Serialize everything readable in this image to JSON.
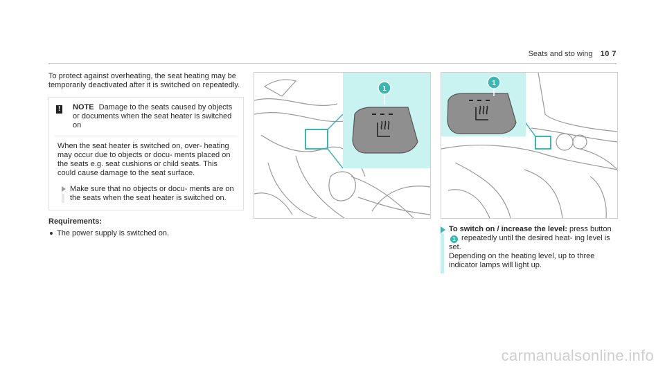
{
  "header": {
    "section": "Seats and sto wing",
    "page_number": "10 7"
  },
  "left": {
    "intro": "To protect against overheating, the seat heating may be temporarily deactivated after it is switched on repeatedly.",
    "note": {
      "icon": "exclamation-icon",
      "title": "NOTE",
      "lead": "Damage to the seats caused by objects or documents when the seat heater is switched on",
      "body": "When the seat heater is switched on, over- heating may occur due to objects or docu- ments placed on the seats e.g. seat cushions or child seats. This could cause damage to the seat surface.",
      "step": "Make sure that no objects or docu- ments are on the seats when the seat heater is switched on."
    },
    "requirements_title": "Requirements:",
    "requirements": [
      "The power supply is switched on."
    ]
  },
  "figures": {
    "callout": "1",
    "accent": "#c9f3f1",
    "callout_color": "#3bb7b3"
  },
  "right": {
    "step_title": "To switch on / increase the level:",
    "step_a": " press button ",
    "callout": "1",
    "step_b": " repeatedly until the desired heat- ing level is set.",
    "step_c": "Depending on the heating level, up to three indicator lamps will light up."
  },
  "watermark": "carmanualsonline.info"
}
